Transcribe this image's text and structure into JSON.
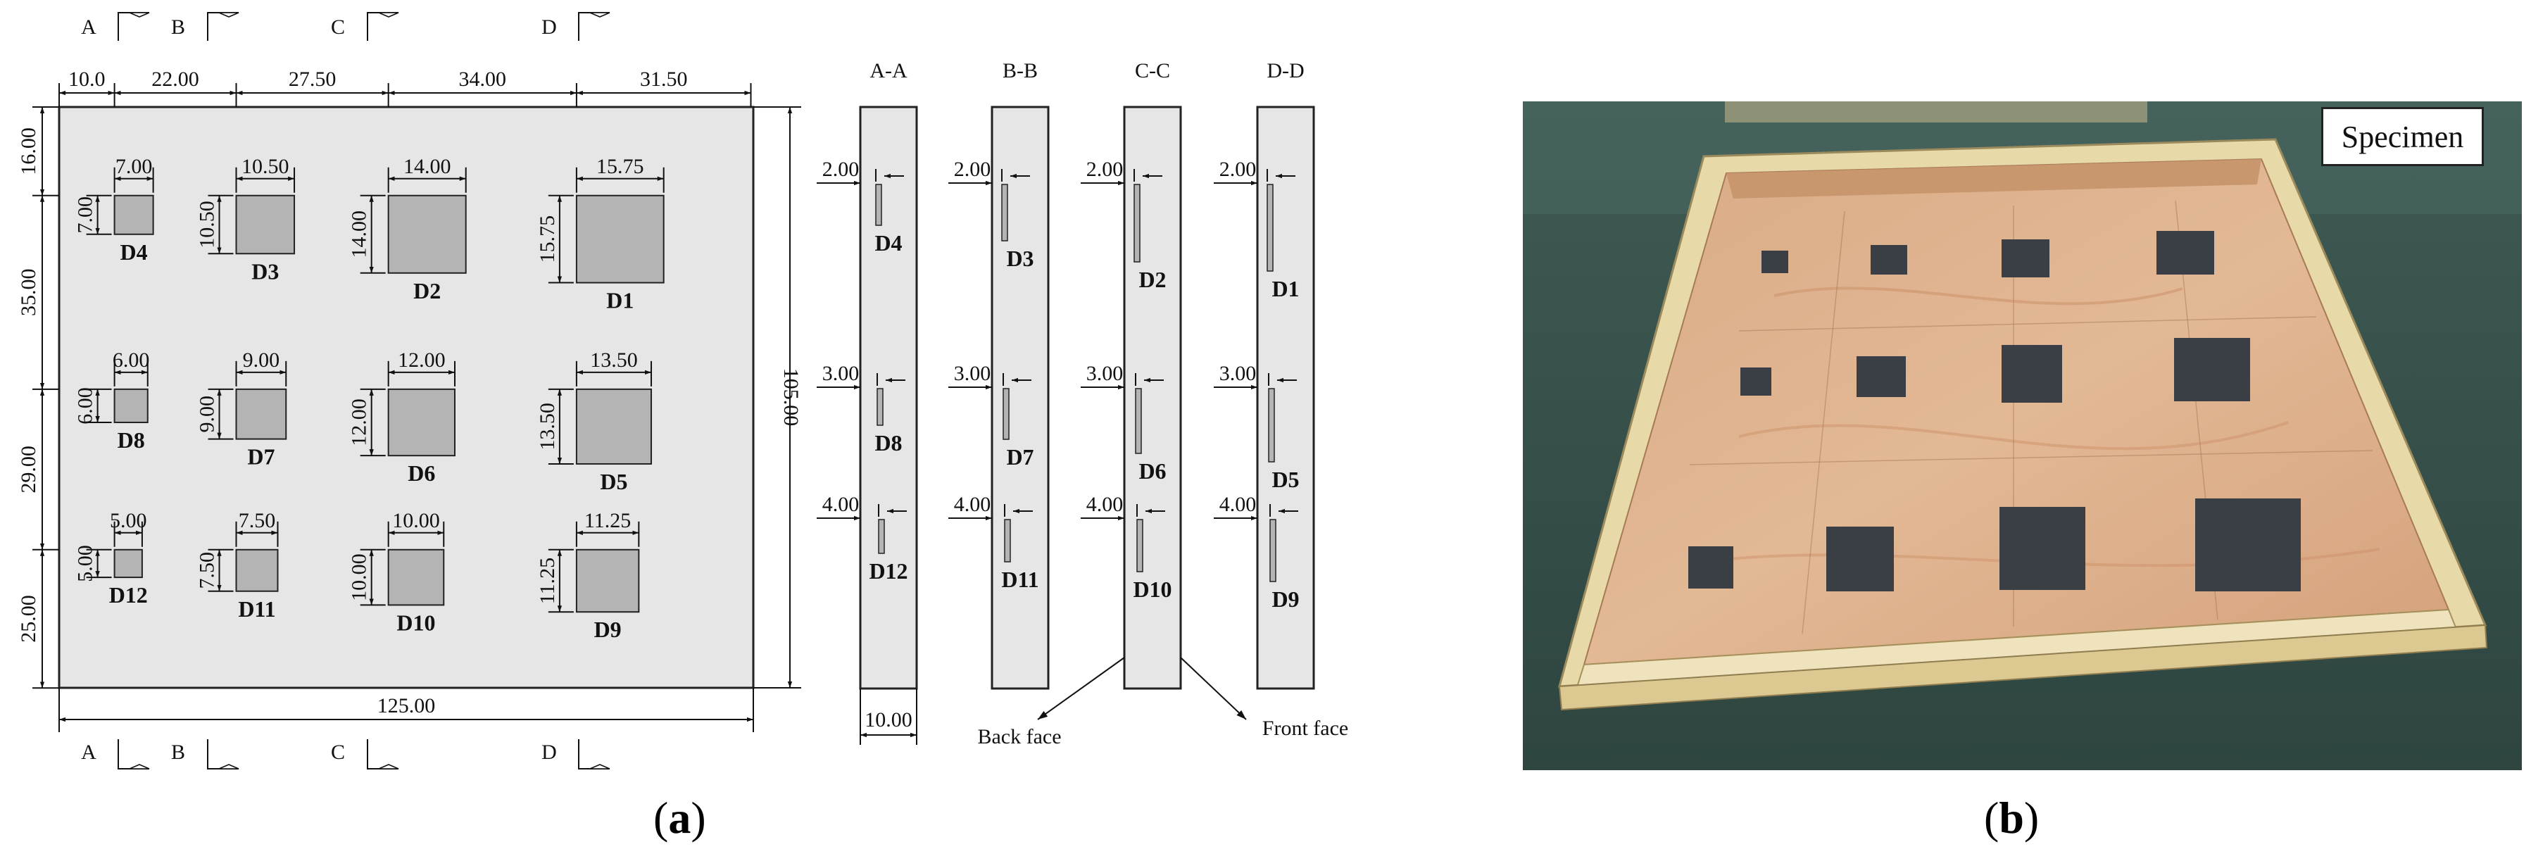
{
  "figure": {
    "panel_a": "a",
    "panel_b": "b",
    "photo_label": "Specimen"
  },
  "plan": {
    "section_markers": [
      "A",
      "B",
      "C",
      "D"
    ],
    "top_dims": [
      "10.0",
      "22.00",
      "27.50",
      "34.00",
      "31.50"
    ],
    "left_dims": [
      "16.00",
      "35.00",
      "29.00",
      "25.00"
    ],
    "height_dim": "105.00",
    "width_dim": "125.00",
    "defects": [
      {
        "id": "D4",
        "w": "7.00"
      },
      {
        "id": "D3",
        "w": "10.50"
      },
      {
        "id": "D2",
        "w": "14.00"
      },
      {
        "id": "D1",
        "w": "15.75"
      },
      {
        "id": "D8",
        "w": "6.00"
      },
      {
        "id": "D7",
        "w": "9.00"
      },
      {
        "id": "D6",
        "w": "12.00"
      },
      {
        "id": "D5",
        "w": "13.50"
      },
      {
        "id": "D12",
        "w": "5.00"
      },
      {
        "id": "D11",
        "w": "7.50"
      },
      {
        "id": "D10",
        "w": "10.00"
      },
      {
        "id": "D9",
        "w": "11.25"
      }
    ]
  },
  "sections": {
    "titles": [
      "A-A",
      "B-B",
      "C-C",
      "D-D"
    ],
    "depths": [
      "2.00",
      "3.00",
      "4.00"
    ],
    "labels": [
      [
        "D4",
        "D8",
        "D12"
      ],
      [
        "D3",
        "D7",
        "D11"
      ],
      [
        "D2",
        "D6",
        "D10"
      ],
      [
        "D1",
        "D5",
        "D9"
      ]
    ],
    "thickness": "10.00",
    "back_face": "Back face",
    "front_face": "Front face"
  }
}
